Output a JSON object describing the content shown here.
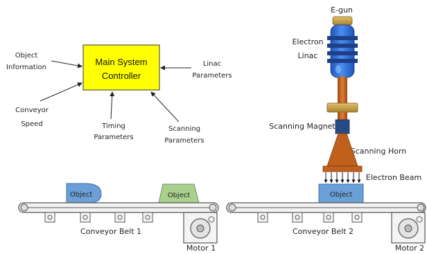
{
  "controller": {
    "title_line1": "Main System",
    "title_line2": "Controller"
  },
  "inputs": {
    "object_info_line1": "Object",
    "object_info_line2": "Information",
    "linac_params_line1": "Linac",
    "linac_params_line2": "Parameters",
    "conveyor_speed_line1": "Conveyor",
    "conveyor_speed_line2": "Speed",
    "timing_params_line1": "Timing",
    "timing_params_line2": "Parameters",
    "scanning_params_line1": "Scanning",
    "scanning_params_line2": "Parameters"
  },
  "accelerator": {
    "egun_label": "E-gun",
    "linac_label_line1": "Electron",
    "linac_label_line2": "Linac",
    "magnet_label": "Scanning Magnet",
    "horn_label": "Scanning Horn",
    "beam_label": "Electron Beam"
  },
  "belt1": {
    "label": "Conveyor Belt 1",
    "motor_label": "Motor 1",
    "object1_label": "Object",
    "object2_label": "Object"
  },
  "belt2": {
    "label": "Conveyor Belt 2",
    "motor_label": "Motor 2",
    "object_label": "Object"
  },
  "colors": {
    "controller_fill": "#ffff00",
    "egun": "#c9a43a",
    "linac_body": "#2f6fd0",
    "linac_rings": "#1f3f86",
    "waveguide": "#c86a20",
    "flange": "#c8a646",
    "magnet": "#274b86",
    "horn": "#c0601c",
    "object_blue": "#6a9fd8",
    "object_green": "#a9d18e"
  }
}
